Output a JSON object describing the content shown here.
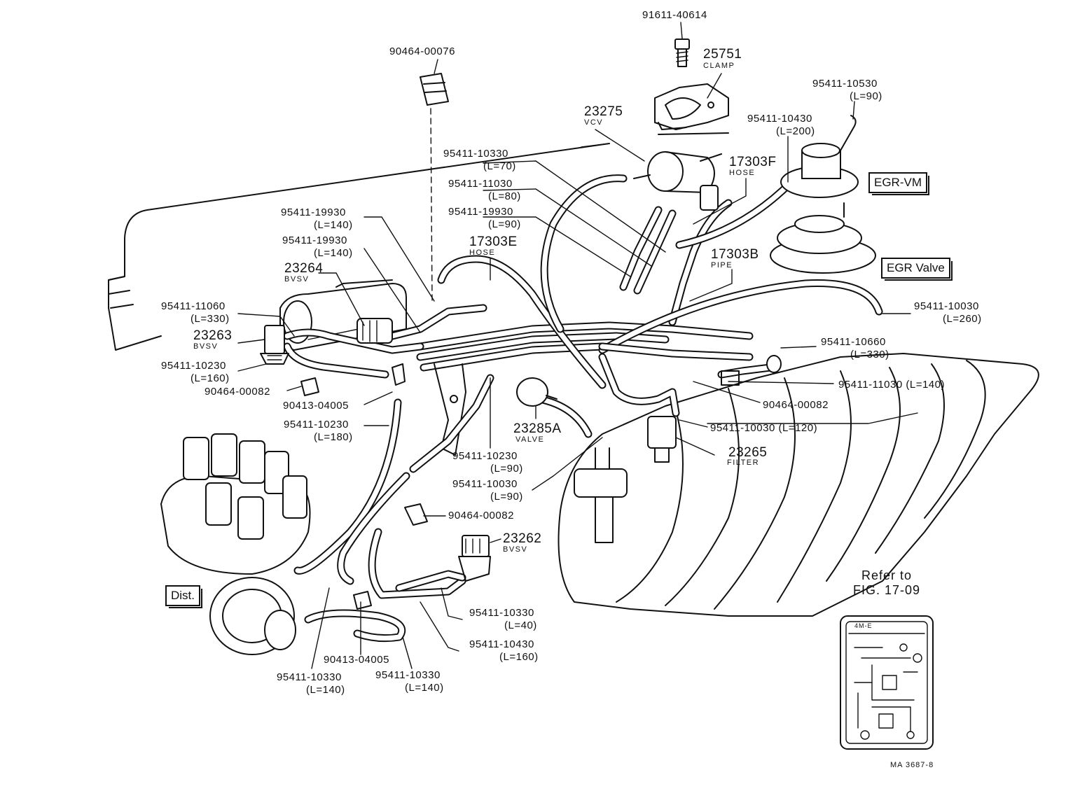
{
  "labels": {
    "p91611": "91611-40614",
    "p25751": "25751",
    "p25751_sub": "CLAMP",
    "p90464_00076": "90464-00076",
    "p95411_10530": "95411-10530",
    "p95411_10530_l": "(L=90)",
    "p23275": "23275",
    "p23275_sub": "VCV",
    "p95411_10430_a": "95411-10430",
    "p95411_10430_a_l": "(L=200)",
    "p95411_10330_a": "95411-10330",
    "p95411_10330_a_l": "(L=70)",
    "p17303f": "17303F",
    "p17303f_sub": "HOSE",
    "p95411_11030_a": "95411-11030",
    "p95411_11030_a_l": "(L=80)",
    "p95411_19930_a": "95411-19930",
    "p95411_19930_a_l": "(L=140)",
    "p95411_19930_b": "95411-19930",
    "p95411_19930_b_l": "(L=90)",
    "p95411_19930_c": "95411-19930",
    "p95411_19930_c_l": "(L=140)",
    "p17303e": "17303E",
    "p17303e_sub": "HOSE",
    "p17303b": "17303B",
    "p17303b_sub": "PIPE",
    "p23264": "23264",
    "p23264_sub": "BVSV",
    "p95411_11060": "95411-11060",
    "p95411_11060_l": "(L=330)",
    "p23263": "23263",
    "p23263_sub": "BVSV",
    "p95411_10230_a": "95411-10230",
    "p95411_10230_a_l": "(L=160)",
    "p90464_00082_a": "90464-00082",
    "p90413_04005_a": "90413-04005",
    "p95411_10030_a": "95411-10030",
    "p95411_10030_a_l": "(L=260)",
    "p95411_10660": "95411-10660",
    "p95411_10660_l": "(L=330)",
    "p95411_11030_b": "95411-11030 (L=140)",
    "p90464_00082_b": "90464-00082",
    "p95411_10030_b": "95411-10030 (L=120)",
    "p95411_10230_b": "95411-10230",
    "p95411_10230_b_l": "(L=180)",
    "p23285a": "23285A",
    "p23285a_sub": "VALVE",
    "p95411_10230_c": "95411-10230",
    "p95411_10230_c_l": "(L=90)",
    "p23265": "23265",
    "p23265_sub": "FILTER",
    "p95411_10030_c": "95411-10030",
    "p95411_10030_c_l": "(L=90)",
    "p90464_00082_c": "90464-00082",
    "p23262": "23262",
    "p23262_sub": "BVSV",
    "p95411_10330_b": "95411-10330",
    "p95411_10330_b_l": "(L=40)",
    "p95411_10430_b": "95411-10430",
    "p95411_10430_b_l": "(L=160)",
    "p90413_04005_b": "90413-04005",
    "p95411_10330_c": "95411-10330",
    "p95411_10330_c_l": "(L=140)",
    "p95411_10330_d": "95411-10330",
    "p95411_10330_d_l": "(L=140)"
  },
  "callouts": {
    "egr_vm": "EGR-VM",
    "egr_valve": "EGR Valve",
    "dist": "Dist."
  },
  "reference": {
    "line1": "Refer to",
    "line2": "FIG. 17-09",
    "inset_title": "4M-E"
  },
  "footer_code": "MA 3687-8"
}
